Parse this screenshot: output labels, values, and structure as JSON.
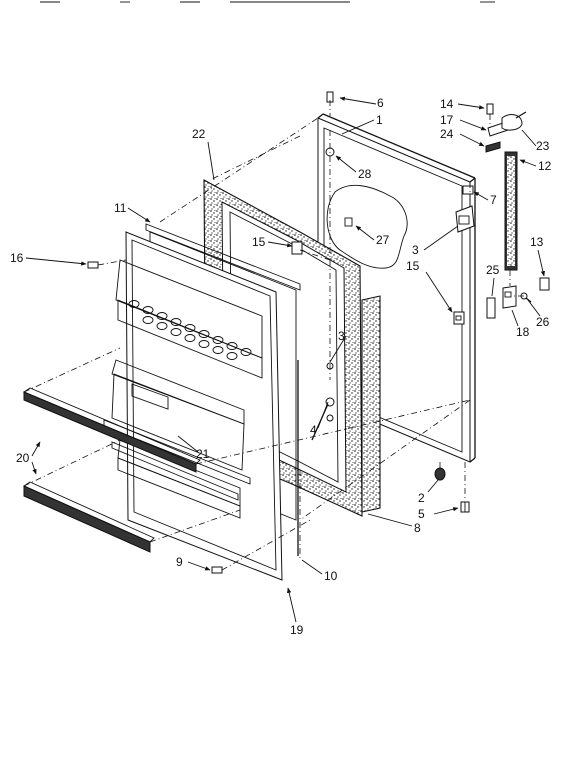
{
  "labels": [
    {
      "id": "p1",
      "text": "1"
    },
    {
      "id": "p2",
      "text": "2"
    },
    {
      "id": "p3a",
      "text": "3"
    },
    {
      "id": "p3b",
      "text": "3"
    },
    {
      "id": "p4",
      "text": "4"
    },
    {
      "id": "p5",
      "text": "5"
    },
    {
      "id": "p6",
      "text": "6"
    },
    {
      "id": "p7",
      "text": "7"
    },
    {
      "id": "p8",
      "text": "8"
    },
    {
      "id": "p9",
      "text": "9"
    },
    {
      "id": "p10",
      "text": "10"
    },
    {
      "id": "p11",
      "text": "11"
    },
    {
      "id": "p12",
      "text": "12"
    },
    {
      "id": "p13",
      "text": "13"
    },
    {
      "id": "p14",
      "text": "14"
    },
    {
      "id": "p15a",
      "text": "15"
    },
    {
      "id": "p15b",
      "text": "15"
    },
    {
      "id": "p16",
      "text": "16"
    },
    {
      "id": "p17",
      "text": "17"
    },
    {
      "id": "p18",
      "text": "18"
    },
    {
      "id": "p19",
      "text": "19"
    },
    {
      "id": "p20",
      "text": "20"
    },
    {
      "id": "p21",
      "text": "21"
    },
    {
      "id": "p22",
      "text": "22"
    },
    {
      "id": "p23",
      "text": "23"
    },
    {
      "id": "p24",
      "text": "24"
    },
    {
      "id": "p25",
      "text": "25"
    },
    {
      "id": "p26",
      "text": "26"
    },
    {
      "id": "p27",
      "text": "27"
    },
    {
      "id": "p28",
      "text": "28"
    }
  ]
}
